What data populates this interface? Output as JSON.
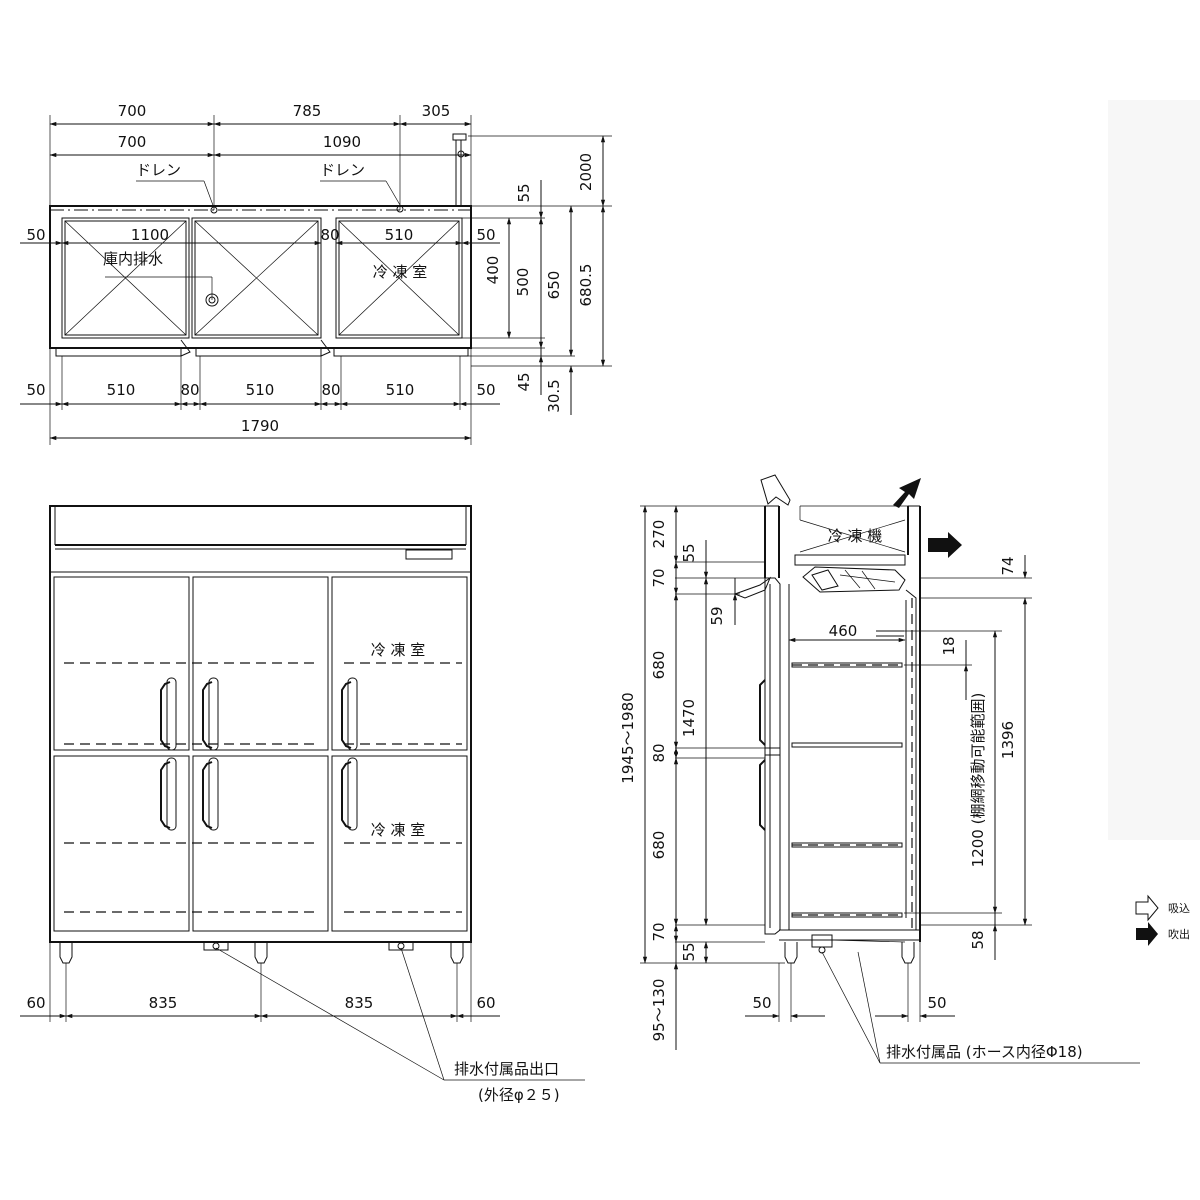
{
  "top_view": {
    "dims_top": [
      "700",
      "785",
      "305"
    ],
    "dims_second": [
      "700",
      "1090"
    ],
    "drain_labels": [
      "ドレン",
      "ドレン"
    ],
    "interior_drain": "庫内排水",
    "inner_width": "1100",
    "gap_top": "80",
    "right_inner": "510",
    "side_left_top": "50",
    "side_right_top": "50",
    "freezer_label": "冷 凍 室",
    "right_dims": [
      "55",
      "400",
      "500",
      "650",
      "680.5",
      "2000"
    ],
    "bottom_dims": [
      "50",
      "510",
      "80",
      "510",
      "80",
      "510",
      "50"
    ],
    "bottom_right_dims": [
      "45",
      "30.5"
    ],
    "total_width": "1790"
  },
  "front_view": {
    "freezer_label_upper": "冷 凍 室",
    "freezer_label_lower": "冷 凍 室",
    "bottom_dims": [
      "60",
      "835",
      "835",
      "60"
    ],
    "drain_outlet_label": "排水付属品出口",
    "drain_outlet_spec": "(外径φ２５)"
  },
  "side_view": {
    "compressor_label": "冷 凍 機",
    "left_dims": [
      "270",
      "55",
      "70",
      "59",
      "680",
      "1470",
      "80",
      "680",
      "70",
      "55",
      "1945～1980",
      "95～130"
    ],
    "shelf_width": "460",
    "right_dims": [
      "74",
      "18",
      "1396",
      "1200 (棚網移動可能範囲)",
      "58"
    ],
    "bottom_dims": [
      "50",
      "50"
    ],
    "drain_accessory_label": "排水付属品 (ホース内径Φ18)"
  },
  "legend": {
    "intake": "吸込",
    "exhaust": "吹出"
  }
}
